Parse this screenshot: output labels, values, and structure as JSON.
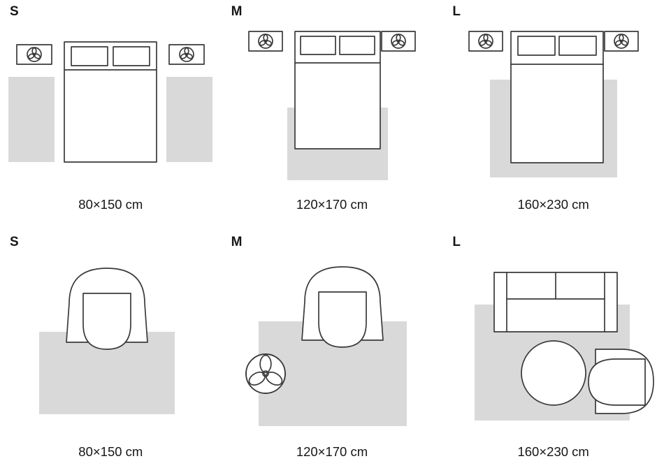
{
  "colors": {
    "rug": "#d9d9d9",
    "line": "#3a3a3a",
    "text": "#161616"
  },
  "sections": [
    {
      "name": "bedroom",
      "cells": [
        {
          "size_label": "S",
          "dimension": "80×150 cm"
        },
        {
          "size_label": "M",
          "dimension": "120×170 cm"
        },
        {
          "size_label": "L",
          "dimension": "160×230 cm"
        }
      ]
    },
    {
      "name": "living-room",
      "cells": [
        {
          "size_label": "S",
          "dimension": "80×150 cm"
        },
        {
          "size_label": "M",
          "dimension": "120×170 cm"
        },
        {
          "size_label": "L",
          "dimension": "160×230 cm"
        }
      ]
    }
  ]
}
